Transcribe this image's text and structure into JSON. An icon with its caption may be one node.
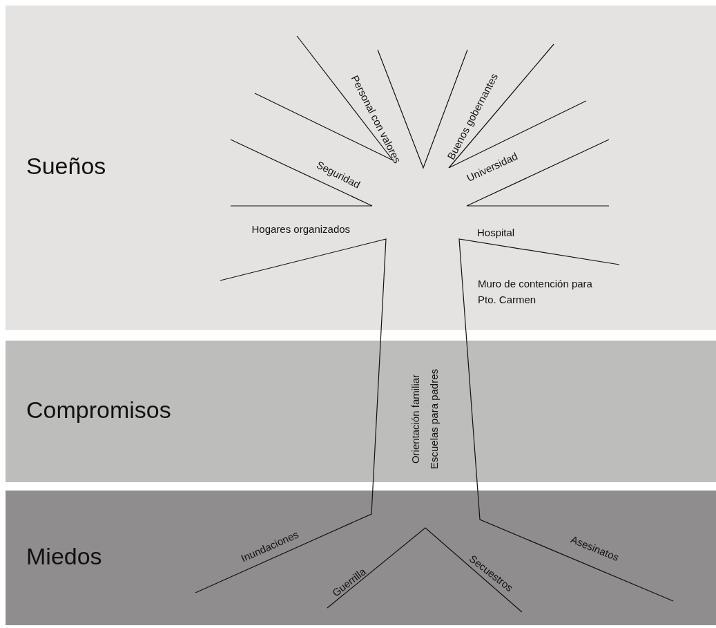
{
  "diagram": {
    "nodes": [
      {
        "text": [
          "Sueños"
        ]
      },
      {
        "text": [
          "Compromisos"
        ]
      },
      {
        "text": [
          "Miedos"
        ]
      }
    ],
    "labels": [
      "Personal con valores",
      "Buenos gobernantes",
      "Seguridad",
      "Universidad",
      "Hogares organizados",
      "Hospital",
      "Muro de contención para Pto. Carmen",
      "Orientación familiar",
      "Escuelas para padres",
      "Inundaciones",
      "Asesinatos",
      "Guerrilla",
      "Secuestros"
    ]
  }
}
